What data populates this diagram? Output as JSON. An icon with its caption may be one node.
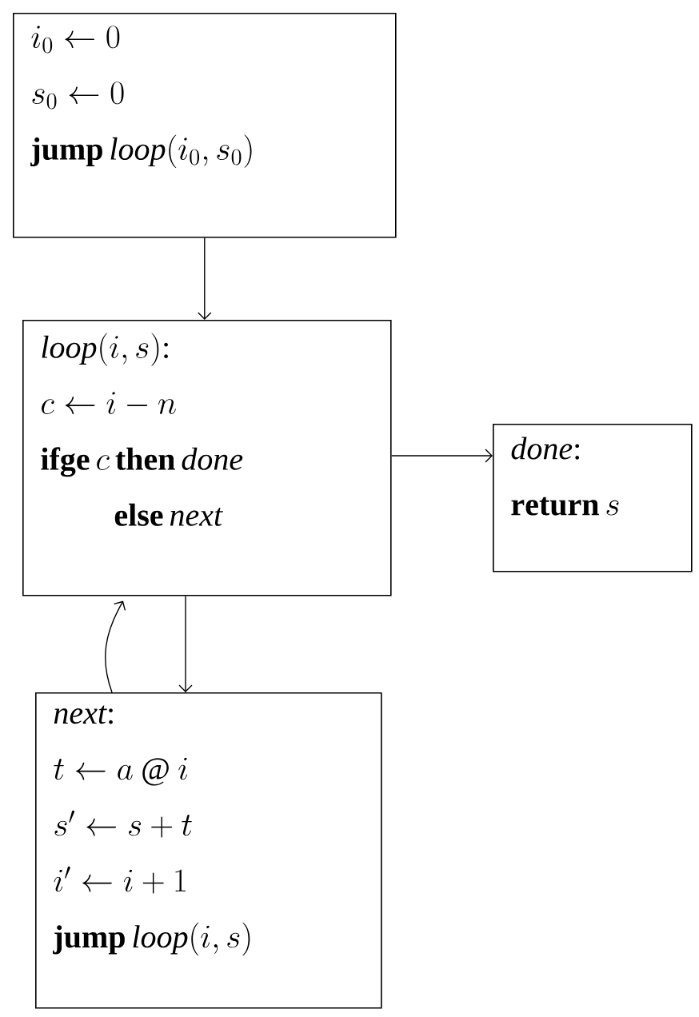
{
  "diagram": {
    "nodes": [
      {
        "text": [
          "i_0 \\leftarrow 0",
          "s_0 \\leftarrow 0",
          "\\mathbf{jump}\\,\\mathit{loop}(i_0, s_0)"
        ]
      },
      {
        "text": [
          "\\mathit{loop}(i, s)\\textup{:}",
          "c \\leftarrow i - n",
          "\\mathbf{ifge}\\,c\\,\\mathbf{then}\\,\\mathit{done}",
          "\\mathbf{else}\\,\\mathit{next}"
        ]
      },
      {
        "text": [
          "\\mathit{done}\\textup{:}",
          "\\mathbf{return}\\,s"
        ]
      },
      {
        "text": [
          "\\mathit{next}\\textup{:}",
          "t \\leftarrow a \\mathbin{@} i",
          "s' \\leftarrow s + t",
          "i' \\leftarrow i + 1",
          "\\mathbf{jump}\\,\\mathit{loop}(i, s)"
        ]
      }
    ],
    "edges": [
      {
        "from": 0,
        "to": 1,
        "arrow": "to"
      },
      {
        "from": 1,
        "to": 2,
        "arrow": "to"
      },
      {
        "from": 1,
        "to": 3,
        "arrow": "to"
      },
      {
        "from": 3,
        "to": 1,
        "arrow": "to"
      }
    ]
  }
}
